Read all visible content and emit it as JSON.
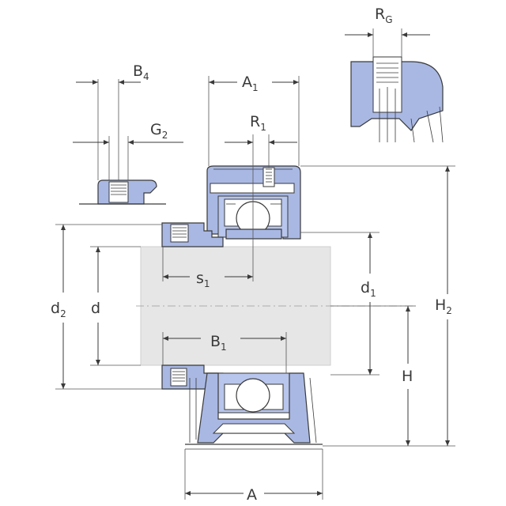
{
  "labels": {
    "B4": {
      "main": "B",
      "sub": "4"
    },
    "G2": {
      "main": "G",
      "sub": "2"
    },
    "A1": {
      "main": "A",
      "sub": "1"
    },
    "R1": {
      "main": "R",
      "sub": "1"
    },
    "RG": {
      "main": "R",
      "sub": "G"
    },
    "s1": {
      "main": "s",
      "sub": "1"
    },
    "d1": {
      "main": "d",
      "sub": "1"
    },
    "d2": {
      "main": "d",
      "sub": "2"
    },
    "d": {
      "main": "d"
    },
    "B1": {
      "main": "B",
      "sub": "1"
    },
    "H2": {
      "main": "H",
      "sub": "2"
    },
    "H": {
      "main": "H"
    },
    "A": {
      "main": "A"
    }
  },
  "colors": {
    "part_fill": "#a9b8e3",
    "shaft_fill": "#e6e6e6",
    "line": "#3a3a3a"
  }
}
